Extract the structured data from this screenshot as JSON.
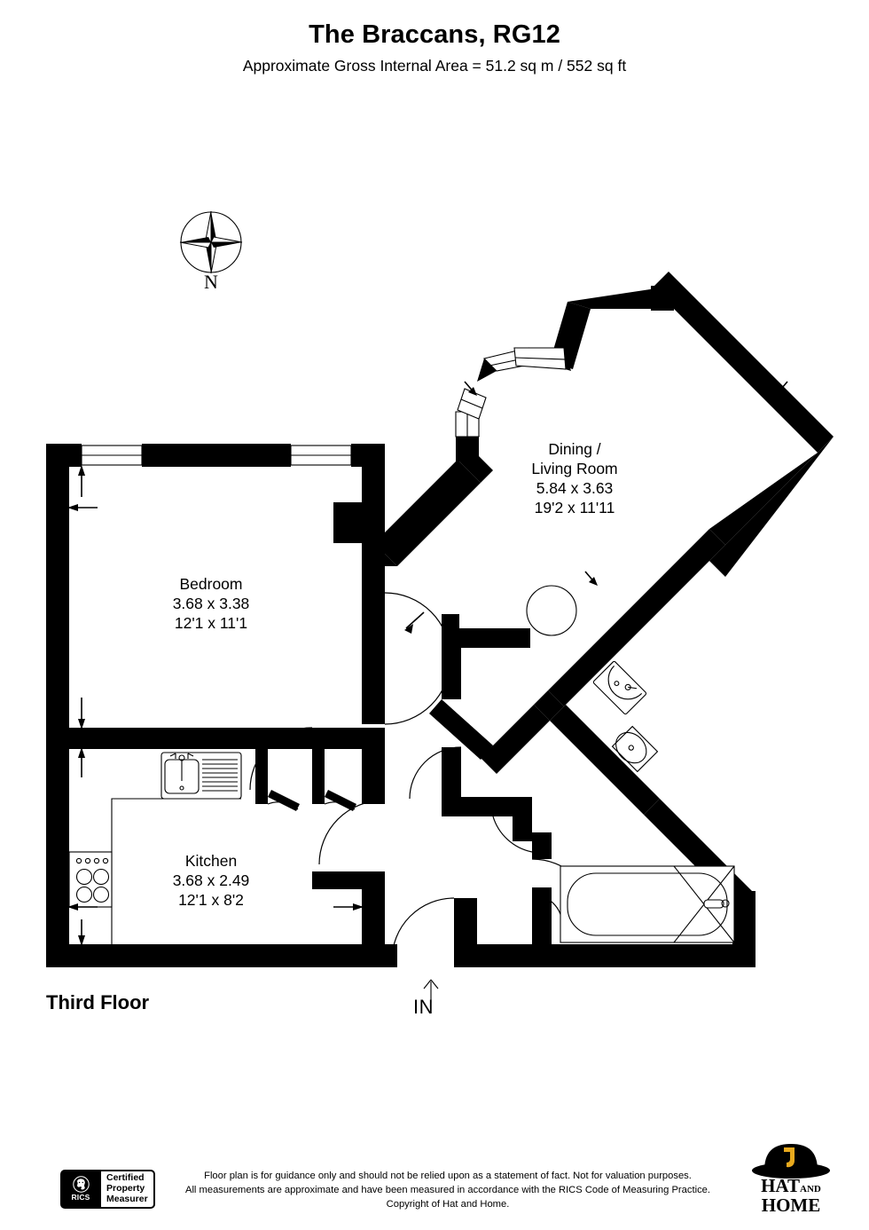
{
  "header": {
    "title": "The Braccans, RG12",
    "subtitle": "Approximate Gross Internal Area = 51.2 sq m / 552 sq ft"
  },
  "plan": {
    "floor_label": "Third Floor",
    "entrance_label": "IN",
    "compass": {
      "north_label": "N",
      "icon": "compass-rose-icon"
    },
    "rooms": [
      {
        "id": "bedroom",
        "name": "Bedroom",
        "metric": "3.68 x 3.38",
        "imperial": "12'1 x 11'1"
      },
      {
        "id": "dining-living-room",
        "name_line1": "Dining /",
        "name_line2": "Living Room",
        "metric": "5.84 x 3.63",
        "imperial": "19'2 x 11'11"
      },
      {
        "id": "kitchen",
        "name": "Kitchen",
        "metric": "3.68 x 2.49",
        "imperial": "12'1 x 8'2"
      }
    ],
    "fixtures": [
      "sink-icon",
      "hob-icon",
      "bath-icon",
      "toilet-icon",
      "wash-basin-icon",
      "cylinder-icon"
    ]
  },
  "footer": {
    "disclaimer_line1": "Floor plan is for guidance only and should not be relied upon as a statement of fact. Not for valuation purposes.",
    "disclaimer_line2": "All measurements are approximate and have been measured in accordance with the RICS Code of Measuring Practice.",
    "disclaimer_line3": "Copyright of Hat and Home.",
    "rics": {
      "mark_word": "RICS",
      "line1": "Certified",
      "line2": "Property",
      "line3": "Measurer"
    },
    "brand": {
      "word1": "HAT",
      "word_and": "AND",
      "word2": "HOME",
      "hat_color": "#000000",
      "door_color": "#e8a91d"
    }
  }
}
